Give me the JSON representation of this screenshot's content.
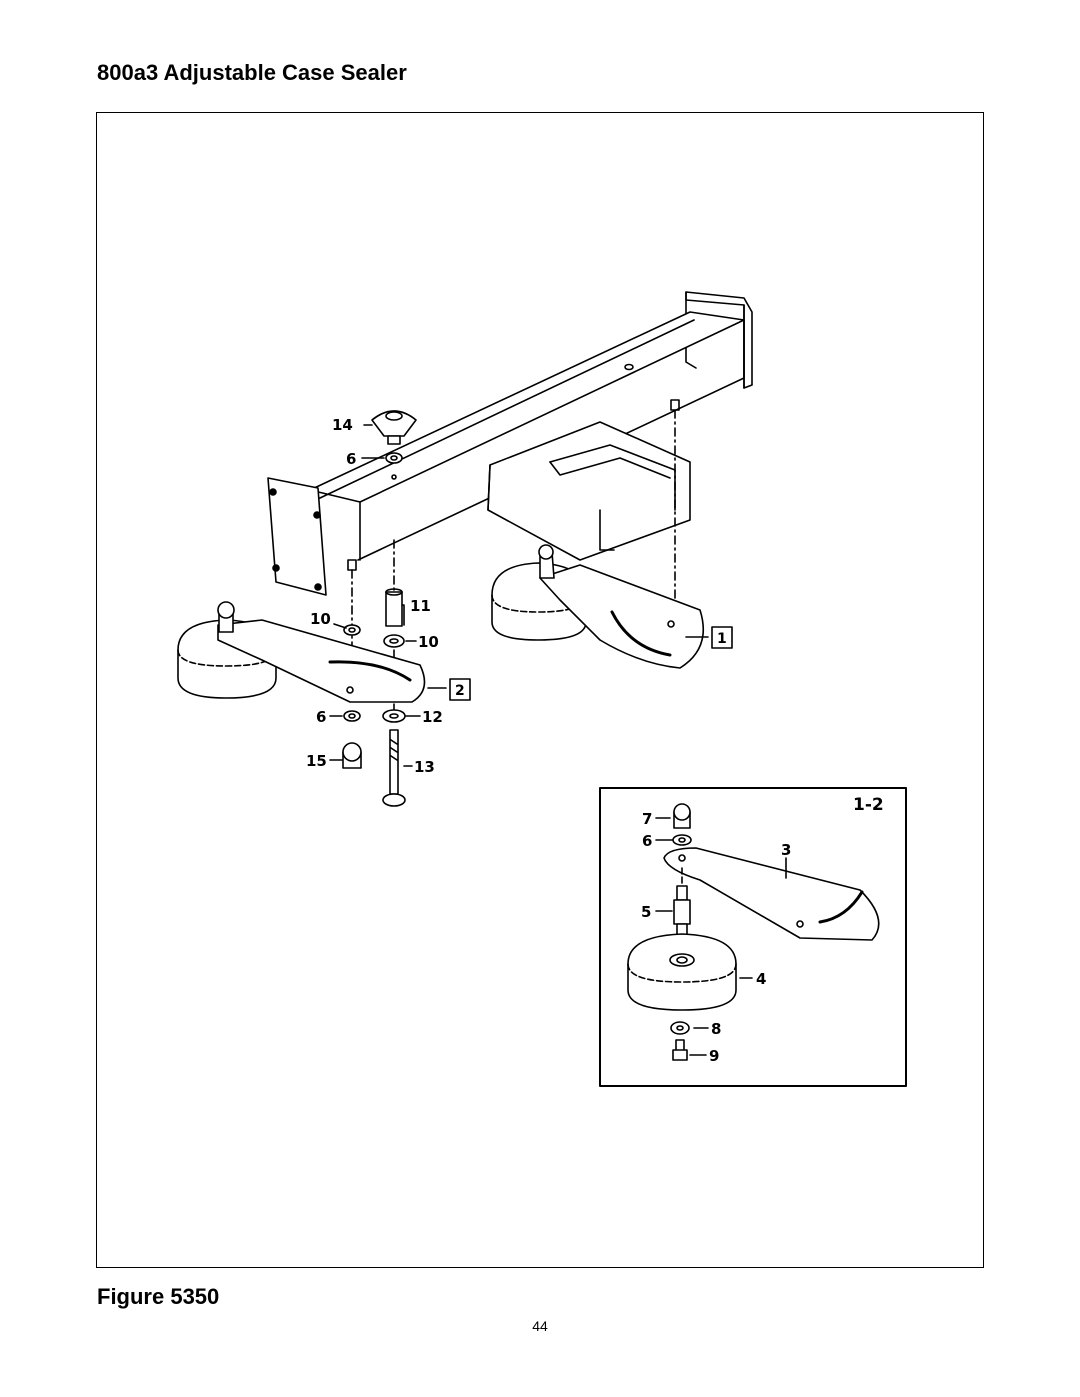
{
  "page": {
    "title": "800a3 Adjustable Case Sealer",
    "figure_caption": "Figure 5350",
    "page_number": "44"
  },
  "callouts": {
    "c14": "14",
    "c6a": "6",
    "c10a": "10",
    "c11": "11",
    "c10b": "10",
    "c1": "1",
    "c2": "2",
    "c6b": "6",
    "c12": "12",
    "c15": "15",
    "c13": "13"
  },
  "inset": {
    "label": "1-2",
    "callouts": {
      "c7": "7",
      "c6": "6",
      "c3": "3",
      "c5": "5",
      "c4": "4",
      "c8": "8",
      "c9": "9"
    }
  }
}
